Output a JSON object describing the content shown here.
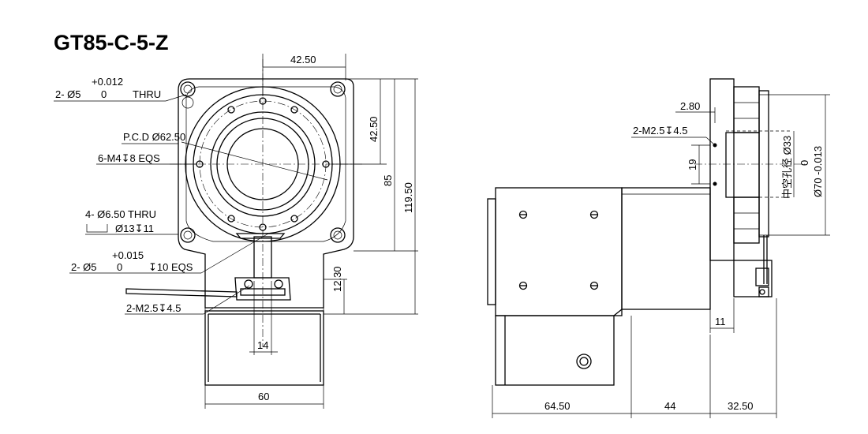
{
  "title": "GT85-C-5-Z",
  "front_view": {
    "notes": {
      "hole_2_tol": "+0.012",
      "hole_2_label": "2- Ø5",
      "hole_2_zero": "0",
      "hole_2_thru": "THRU",
      "pcd": "P.C.D Ø62.50",
      "m4": "6-M4↧8 EQS",
      "hole_4": "4- Ø6.50 THRU",
      "cbore": "Ø13↧11",
      "pin_tol": "+0.015",
      "pin_label": "2- Ø5",
      "pin_zero": "0",
      "pin_depth": "↧10 EQS",
      "m25": "2-M2.5↧4.5"
    },
    "dims": {
      "top_width": "42.50",
      "right_42": "42.50",
      "right_85": "85",
      "right_119": "119.50",
      "right_12": "12.30",
      "bottom_14": "14",
      "bottom_60": "60"
    }
  },
  "side_view": {
    "notes": {
      "d280": "2.80",
      "m25": "2-M2.5↧4.5",
      "d19": "19",
      "bore": "中空孔径 Ø33",
      "flange_zero": "0",
      "flange": "Ø70 -0.013"
    },
    "dims": {
      "d11": "11",
      "bottom_6450": "64.50",
      "bottom_44": "44",
      "bottom_3250": "32.50"
    }
  }
}
